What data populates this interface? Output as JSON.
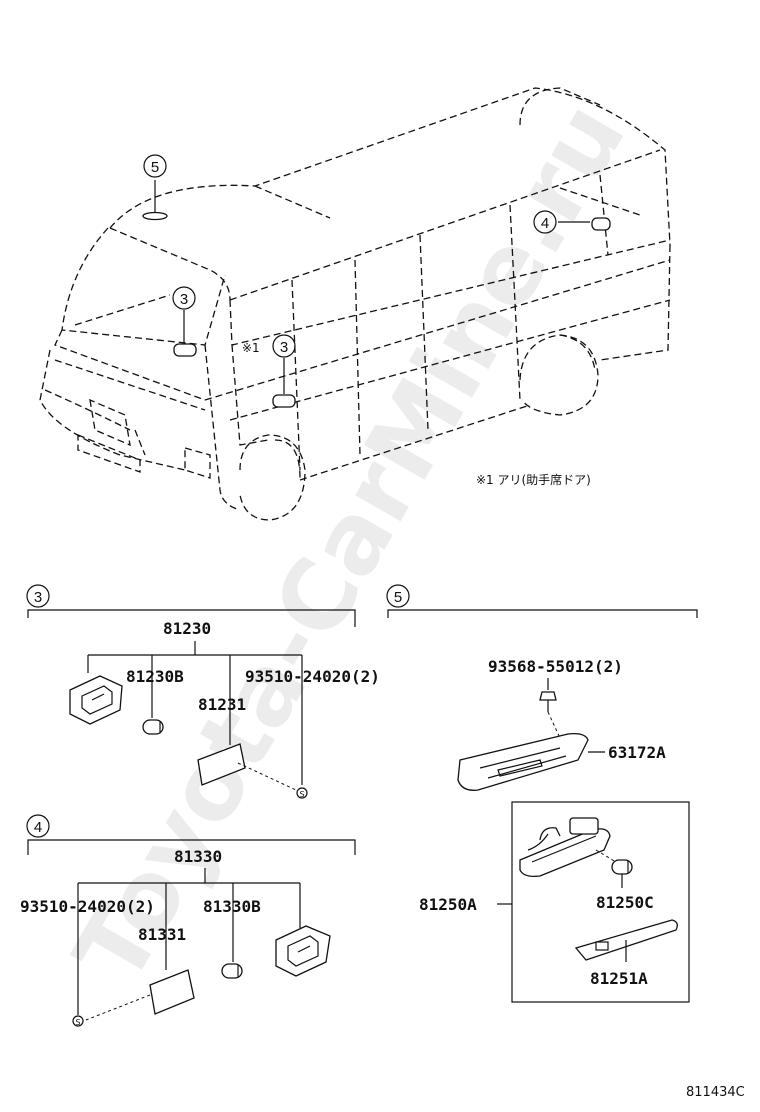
{
  "watermark": "Toyota-CarMine.ru",
  "vehicle": {
    "callouts": [
      "5",
      "3",
      "3",
      "4"
    ],
    "note_mark": "※1",
    "note_text": "※1 アリ(助手席ドア)"
  },
  "group3": {
    "number": "3",
    "assembly": "81230",
    "parts": [
      "81230B",
      "93510-24020(2)",
      "81231"
    ]
  },
  "group4": {
    "number": "4",
    "assembly": "81330",
    "parts": [
      "93510-24020(2)",
      "81330B",
      "81331"
    ]
  },
  "group5": {
    "number": "5",
    "parts": [
      "93568-55012(2)",
      "63172A",
      "81250A",
      "81250C",
      "81251A"
    ]
  },
  "screw_symbol": "S",
  "figure_code": "811434C"
}
